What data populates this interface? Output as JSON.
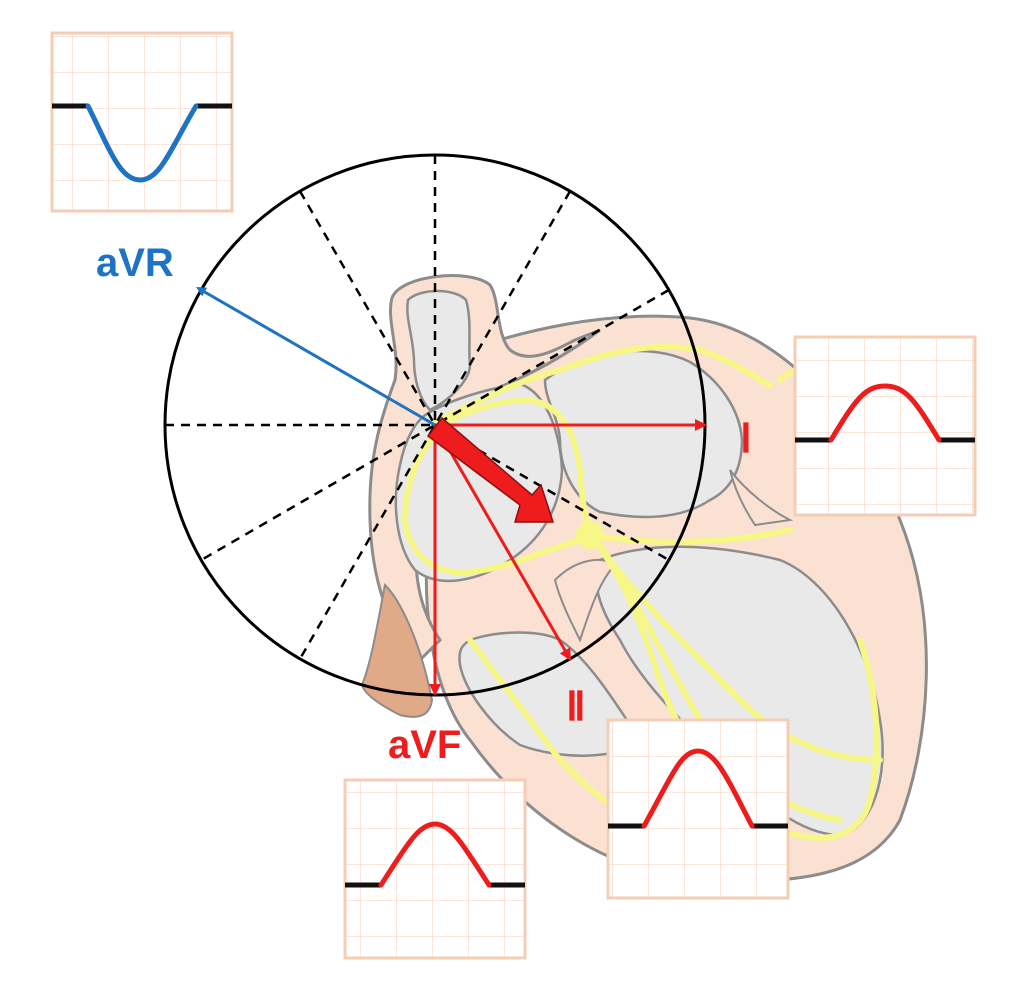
{
  "leads": {
    "avr": {
      "label": "aVR",
      "color": "#1f73c4",
      "deflection": "negative"
    },
    "i": {
      "label": "Ⅰ",
      "color": "#ee1c1c",
      "deflection": "positive"
    },
    "ii": {
      "label": "Ⅱ",
      "color": "#ee1c1c",
      "deflection": "positive"
    },
    "avf": {
      "label": "aVF",
      "color": "#ee1c1c",
      "deflection": "positive"
    }
  },
  "colors": {
    "heart_wall": "#fbe1d1",
    "heart_outline": "#8c8c8c",
    "chamber": "#e9e9e9",
    "conduction": "#f7f788",
    "atrial_appendage": "#e0a987",
    "main_vector": "#ee1c1c",
    "ecg_grid": "#f4cdb5",
    "baseline": "#111111"
  },
  "icons": {
    "main_axis": "thick-red-arrow-icon",
    "hexaxial_circle": "hexaxial-reference-circle"
  }
}
